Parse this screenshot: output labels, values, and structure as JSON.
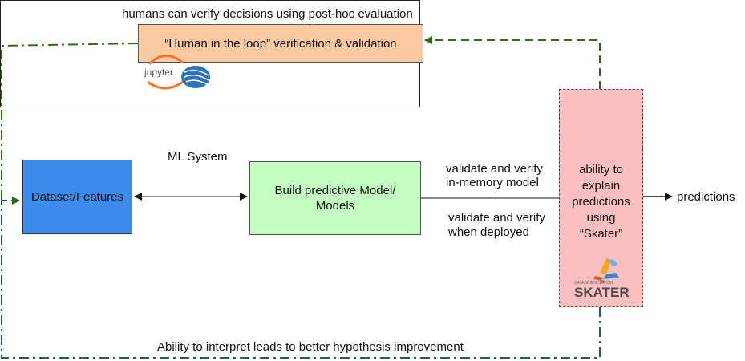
{
  "top_caption": "humans can verify decisions using post-hoc evaluation",
  "human_box": {
    "label": "“Human in the loop” verification & validation"
  },
  "ml_system": {
    "title": "ML System"
  },
  "dataset_box": {
    "label": "Dataset/Features"
  },
  "build_box": {
    "line1": "Build predictive Model/",
    "line2": "Models"
  },
  "in_memory": {
    "line1": "validate and verify",
    "line2": "in-memory model"
  },
  "deployed": {
    "line1": "validate and verify",
    "line2": "when deployed"
  },
  "skater_box": {
    "line1": "ability to",
    "line2": "explain",
    "line3": "predictions",
    "line4": "using",
    "line5": "“Skater”"
  },
  "predictions_label": "predictions",
  "bottom_caption": "Ability to interpret leads to better hypothesis improvement",
  "jupyter_logo": {
    "text": "jupyter"
  },
  "skater_logo": {
    "small_text": "DATASCIENCE.COM",
    "text": "SKATER"
  },
  "colors": {
    "human_fill": "#fbcaa3",
    "dataset_fill": "#3d8ceb",
    "build_fill": "#c3ffc3",
    "skater_fill": "#fbbfbf",
    "loop_green": "#2e6b12",
    "loop_teal": "#1f5e5a"
  }
}
